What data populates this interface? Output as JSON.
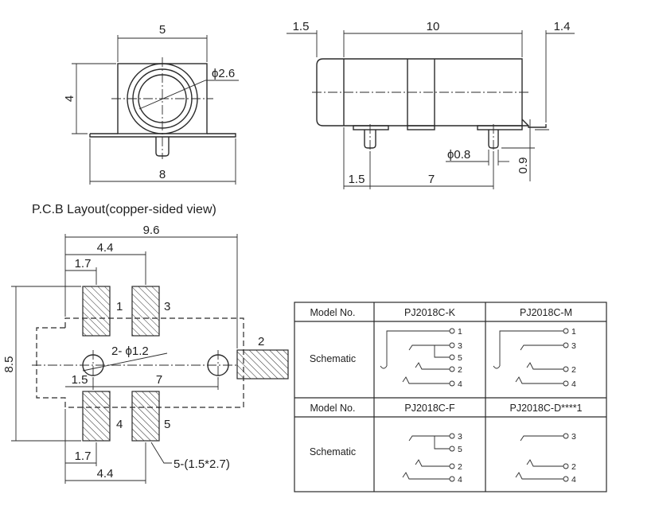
{
  "front_view": {
    "width_top": "5",
    "height": "4",
    "hole_dia": "ϕ2.6",
    "width_bottom": "8"
  },
  "side_view": {
    "dim_left": "1.5",
    "dim_main": "10",
    "dim_right": "1.4",
    "pin_dia": "ϕ0.8",
    "pin_height": "0.9",
    "dim_bottom_left": "1.5",
    "dim_bottom_main": "7"
  },
  "pcb_layout": {
    "title": "P.C.B Layout(copper-sided view)",
    "width_total": "9.6",
    "pad_pitch": "4.4",
    "pad_offset": "1.7",
    "height": "8.5",
    "hole_label": "2- ϕ1.2",
    "hole_offset": "1.5",
    "hole_pitch": "7",
    "pad_offset_bottom": "1.7",
    "pad_pitch_bottom": "4.4",
    "pad_size": "5-(1.5*2.7)",
    "pad_numbers": [
      "1",
      "3",
      "2",
      "4",
      "5"
    ]
  },
  "table": {
    "rows": [
      {
        "header_label": "Model No.",
        "models": [
          "PJ2018C-K",
          "PJ2018C-M"
        ],
        "schematic_label": "Schematic",
        "pins": [
          [
            "1",
            "3",
            "5",
            "2",
            "4"
          ],
          [
            "1",
            "3",
            "2",
            "4"
          ]
        ]
      },
      {
        "header_label": "Model No.",
        "models": [
          "PJ2018C-F",
          "PJ2018C-D****1"
        ],
        "schematic_label": "Schematic",
        "pins": [
          [
            "3",
            "5",
            "2",
            "4"
          ],
          [
            "3",
            "2",
            "4"
          ]
        ]
      }
    ]
  }
}
